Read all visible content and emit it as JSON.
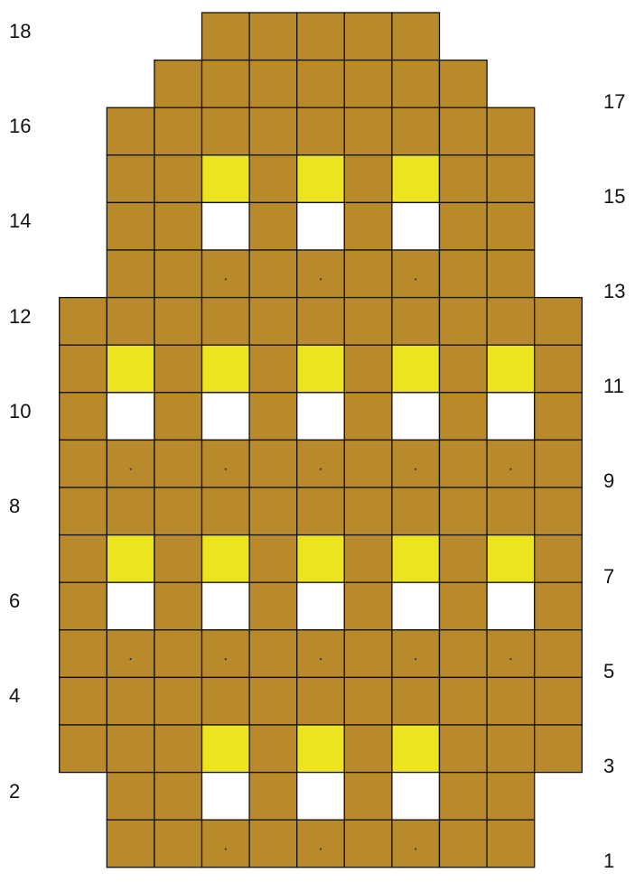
{
  "colors": {
    "brown": "#b98a2c",
    "yellow": "#ebe41f",
    "white": "#ffffff",
    "border": "#111111"
  },
  "legend_codes": {
    "B": "brown",
    "Y": "yellow",
    "W": "white",
    "D": "brown with dot"
  },
  "rows": [
    {
      "label": "18",
      "cells": "BBBBB"
    },
    {
      "label": "17",
      "cells": "BBBBBBB"
    },
    {
      "label": "16",
      "cells": "BBBBBBBBB"
    },
    {
      "label": "15",
      "cells": "BBYBYBYBB"
    },
    {
      "label": "14",
      "cells": "BBWBWBWBB"
    },
    {
      "label": "13",
      "cells": "BBDBDBDBB"
    },
    {
      "label": "12",
      "cells": "BBBBBBBBBBB"
    },
    {
      "label": "11",
      "cells": "BYBYBYBYBYB"
    },
    {
      "label": "10",
      "cells": "BWBWBWBWBWB"
    },
    {
      "label": "9",
      "cells": "BDBDBDBDBDB"
    },
    {
      "label": "8",
      "cells": "BBBBBBBBBBB"
    },
    {
      "label": "7",
      "cells": "BYBYBYBYBYB"
    },
    {
      "label": "6",
      "cells": "BWBWBWBWBWB"
    },
    {
      "label": "5",
      "cells": "BDBDBDBDBDB"
    },
    {
      "label": "4",
      "cells": "BBBBBBBBBBB"
    },
    {
      "label": "3",
      "cells": "BBBYBYBYBBB"
    },
    {
      "label": "2",
      "cells": "BBWBWBWBB"
    },
    {
      "label": "1",
      "cells": "BBDBDBDBB"
    }
  ]
}
